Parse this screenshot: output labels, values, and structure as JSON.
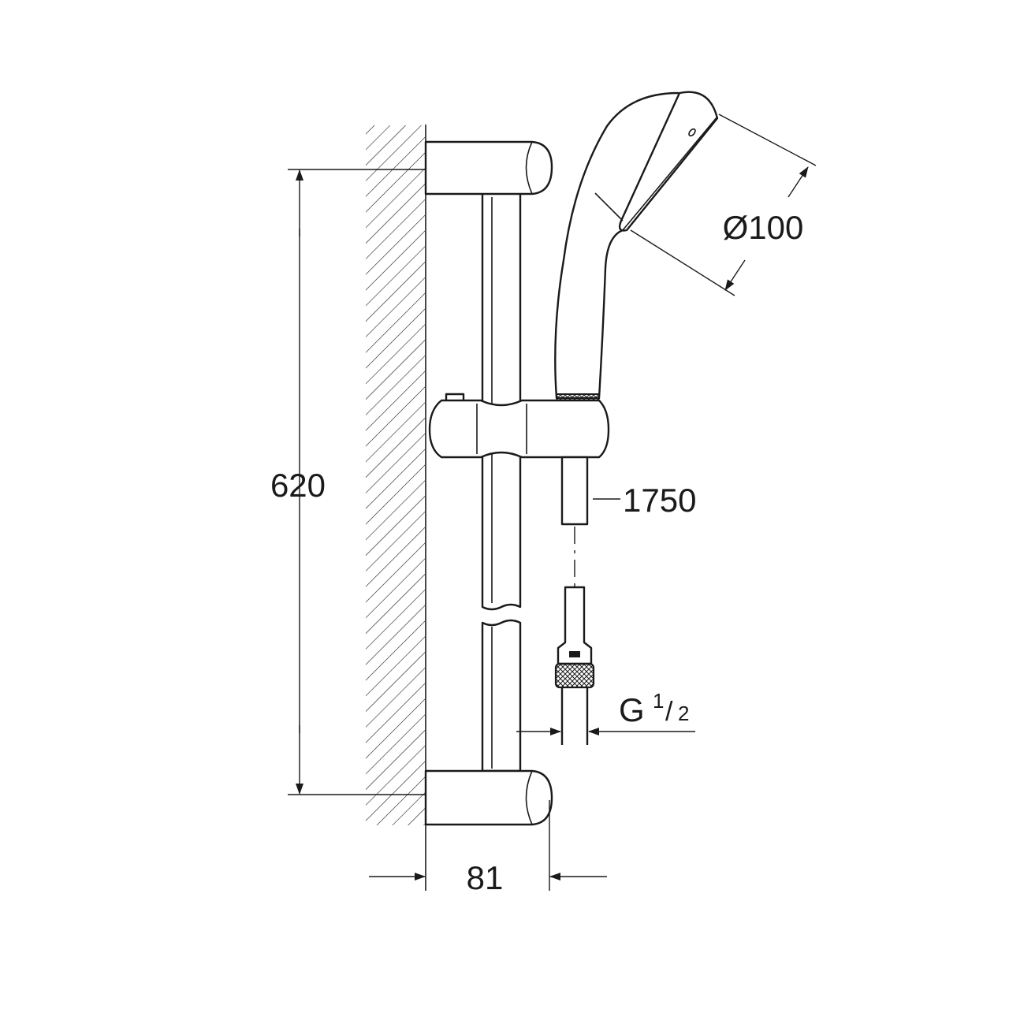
{
  "drawing": {
    "dimensions": {
      "rail_height": "620",
      "wall_projection": "81",
      "hand_shower_diameter": "Ø100",
      "hose_length": "1750",
      "thread_main": "G",
      "thread_num": "1",
      "thread_slash": "/",
      "thread_den": "2"
    },
    "colors": {
      "line": "#1a1a1a",
      "background": "#ffffff"
    }
  }
}
